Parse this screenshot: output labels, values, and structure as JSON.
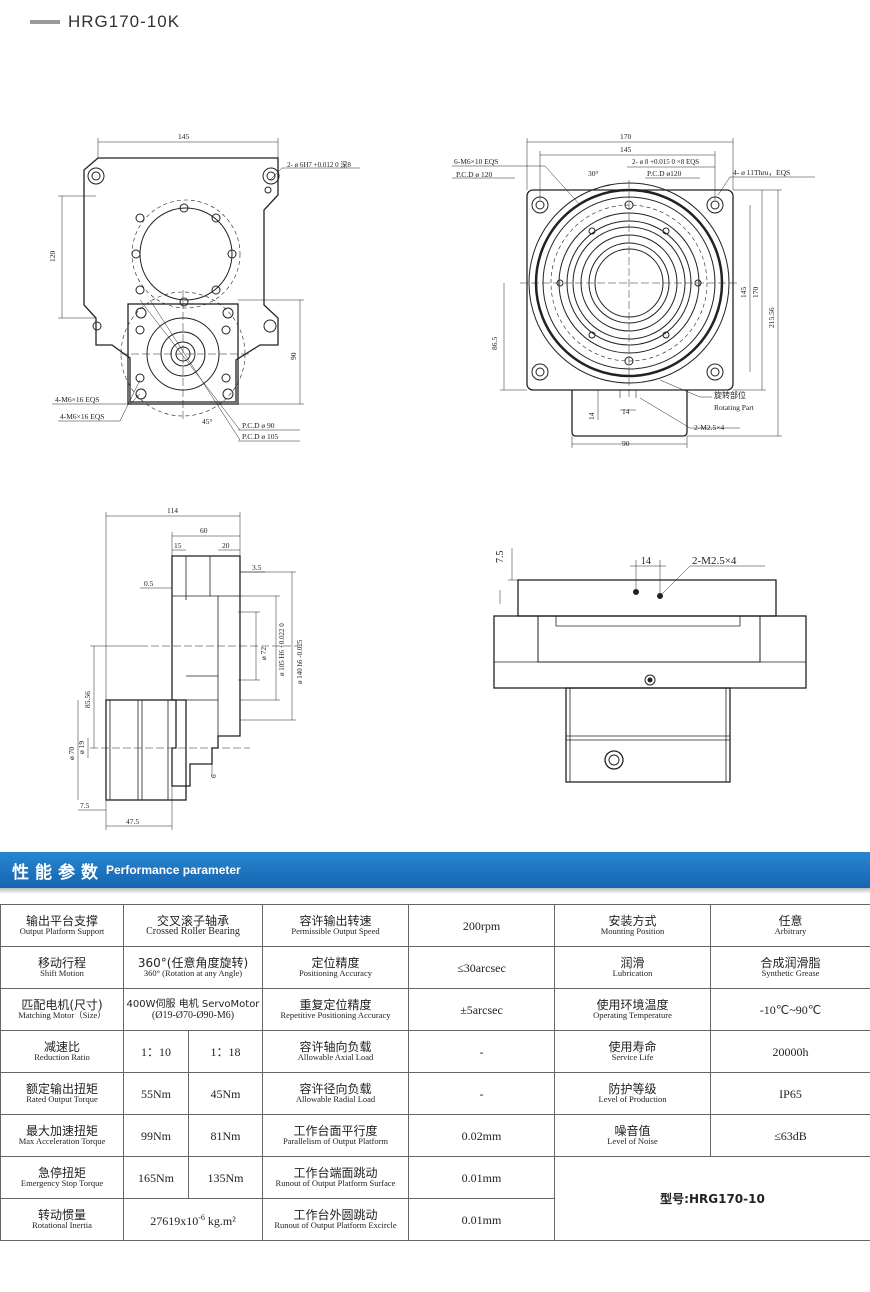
{
  "header": {
    "model": "HRG170-10K"
  },
  "drawing1": {
    "dims": [
      "145",
      "120",
      "90",
      "45°"
    ],
    "callouts": [
      "2- ø 6H7 +0.012 0 深8",
      "4-M6×16 EQS",
      "4-M6×16 EQS",
      "P.C.D ø 90",
      "P.C.D ø 105"
    ]
  },
  "drawing2": {
    "dims": [
      "170",
      "145",
      "30°",
      "86.5",
      "145",
      "170",
      "215.56",
      "14",
      "14",
      "90"
    ],
    "callouts": [
      "6-M6×10 EQS",
      "P.C.D ø 120",
      "2- ø 8 +0.015 0 ×8 EQS",
      "P.C.D ø120",
      "4- ø 11Thru，EQS",
      "旋转部位",
      "Rotating Part",
      "2-M2.5×4"
    ]
  },
  "drawing3": {
    "dims": [
      "114",
      "60",
      "15",
      "20",
      "0.5",
      "3.5",
      "ø 72",
      "ø 105 H6 +0.022 0",
      "ø 140 h6 -0.025",
      "85.56",
      "ø 70",
      "ø 19",
      "6",
      "7.5",
      "47.5"
    ]
  },
  "drawing4": {
    "dims": [
      "7.5",
      "14",
      "2-M2.5×4"
    ]
  },
  "section": {
    "title_zh": "性能参数",
    "title_en": "Performance parameter"
  },
  "table": {
    "r1": {
      "l1_zh": "输出平台支撑",
      "l1_en": "Output Platform Support",
      "v1_zh": "交叉滚子轴承",
      "v1_en": "Crossed Roller Bearing",
      "l2_zh": "容许输出转速",
      "l2_en": "Permissible Output Speed",
      "v2": "200rpm",
      "l3_zh": "安装方式",
      "l3_en": "Mounting Position",
      "v3_zh": "任意",
      "v3_en": "Arbitrary"
    },
    "r2": {
      "l1_zh": "移动行程",
      "l1_en": "Shift Motion",
      "v1_zh": "360°(任意角度旋转)",
      "v1_en": "360°  (Rotation at any Angle)",
      "l2_zh": "定位精度",
      "l2_en": "Positioning Accuracy",
      "v2": "≤30arcsec",
      "l3_zh": "润滑",
      "l3_en": "Lubrication",
      "v3_zh": "合成润滑脂",
      "v3_en": "Synthetic Grease"
    },
    "r3": {
      "l1_zh": "匹配电机(尺寸)",
      "l1_en": "Matching Motor（Size）",
      "v1_zh": "400W伺服 电机 ServoMotor",
      "v1_en": "(Ø19-Ø70-Ø90-M6)",
      "l2_zh": "重复定位精度",
      "l2_en": "Repetitive Positioning Accuracy",
      "v2": "±5arcsec",
      "l3_zh": "使用环境温度",
      "l3_en": "Operating Temperature",
      "v3": "-10℃~90℃"
    },
    "r4": {
      "l1_zh": "减速比",
      "l1_en": "Reduction Ratio",
      "a": "1：10",
      "b": "1：18",
      "l2_zh": "容许轴向负载",
      "l2_en": "Allowable Axial Load",
      "v2": "-",
      "l3_zh": "使用寿命",
      "l3_en": "Service Life",
      "v3": "20000h"
    },
    "r5": {
      "l1_zh": "额定输出扭矩",
      "l1_en": "Rated Output Torque",
      "a": "55Nm",
      "b": "45Nm",
      "l2_zh": "容许径向负载",
      "l2_en": "Allowable Radial Load",
      "v2": "-",
      "l3_zh": "防护等级",
      "l3_en": "Level of Production",
      "v3": "IP65"
    },
    "r6": {
      "l1_zh": "最大加速扭矩",
      "l1_en": "Max Acceleration Torque",
      "a": "99Nm",
      "b": "81Nm",
      "l2_zh": "工作台面平行度",
      "l2_en": "Parallelism of Output Platform",
      "v2": "0.02mm",
      "l3_zh": "噪音值",
      "l3_en": "Level of Noise",
      "v3": "≤63dB"
    },
    "r7": {
      "l1_zh": "急停扭矩",
      "l1_en": "Emergency Stop Torque",
      "a": "165Nm",
      "b": "135Nm",
      "l2_zh": "工作台端面跳动",
      "l2_en": "Runout of Output Platform Surface",
      "v2": "0.01mm"
    },
    "r8": {
      "l1_zh": "转动惯量",
      "l1_en": "Rotational Inertia",
      "v1": "27619x10",
      "v1_sup": "-6",
      "v1_unit": "kg.m²",
      "l2_zh": "工作台外圆跳动",
      "l2_en": "Runout of Output Platform Excircle",
      "v2": "0.01mm"
    },
    "model": "型号:HRG170-10"
  }
}
